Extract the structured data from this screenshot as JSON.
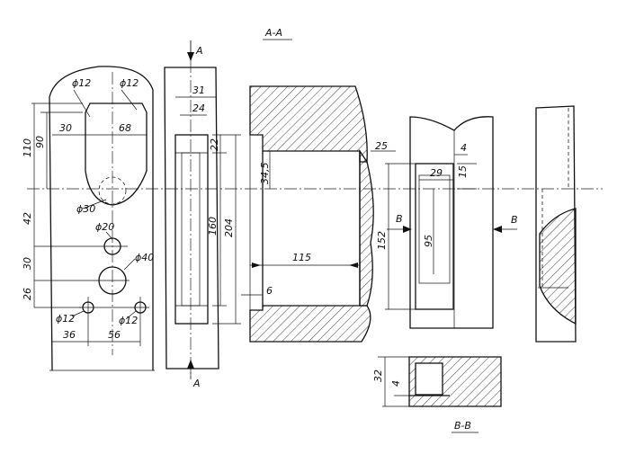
{
  "section_labels": {
    "aa_top": "A-A",
    "bb_bottom": "B-B",
    "a_top": "A",
    "a_bottom": "A",
    "b_left": "B",
    "b_right": "B"
  },
  "dims": {
    "d_phi12_top_left": "ϕ12",
    "d_phi12_top_right": "ϕ12",
    "d_110": "110",
    "d_90": "90",
    "d_30": "30",
    "d_68": "68",
    "d_phi30": "ϕ30",
    "d_42": "42",
    "d_phi20": "ϕ20",
    "d_30b": "30",
    "d_phi40": "ϕ40",
    "d_26": "26",
    "d_phi12_bot_left": "ϕ12",
    "d_phi12_bot_right": "ϕ12",
    "d_36": "36",
    "d_56": "56",
    "d_31": "31",
    "d_24": "24",
    "d_22": "22",
    "d_160": "160",
    "d_204": "204",
    "d_34_5": "34,5",
    "d_115": "115",
    "d_6": "6",
    "d_25": "25",
    "d_4": "4",
    "d_29": "29",
    "d_15": "15",
    "d_152": "152",
    "d_95": "95",
    "d_32": "32",
    "d_4b": "4"
  }
}
